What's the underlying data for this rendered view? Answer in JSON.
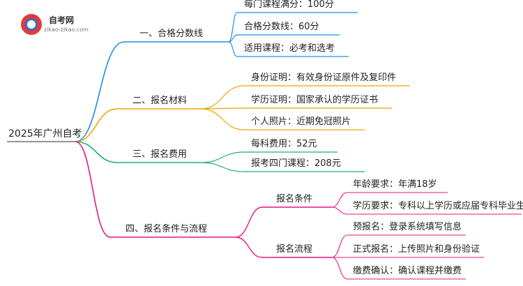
{
  "logo": {
    "name": "自考网",
    "url": "zikao-zikao.com"
  },
  "mindmap": {
    "root": "2025年广州自考",
    "branches": [
      {
        "label": "一、合格分数线",
        "color": "#1f8fe6",
        "children": [
          {
            "label": "每门课程满分：100分"
          },
          {
            "label": "合格分数线：60分"
          },
          {
            "label": "适用课程：必考和选考"
          }
        ]
      },
      {
        "label": "二、报名材料",
        "color": "#f0a400",
        "children": [
          {
            "label": "身份证明：有效身份证原件及复印件"
          },
          {
            "label": "学历证明：国家承认的学历证书"
          },
          {
            "label": "个人照片：近期免冠照片"
          }
        ]
      },
      {
        "label": "三、报名费用",
        "color": "#16b36a",
        "children": [
          {
            "label": "每科费用：52元"
          },
          {
            "label": "报考四门课程：208元"
          }
        ]
      },
      {
        "label": "四、报名条件与流程",
        "color": "#e5177e",
        "children": [
          {
            "label": "报名条件",
            "children": [
              {
                "label": "年龄要求：年满18岁"
              },
              {
                "label": "学历要求：专科以上学历或应届专科毕业生"
              }
            ]
          },
          {
            "label": "报名流程",
            "children": [
              {
                "label": "预报名：登录系统填写信息"
              },
              {
                "label": "正式报名：上传照片和身份验证"
              },
              {
                "label": "缴费确认：确认课程并缴费"
              }
            ]
          }
        ]
      }
    ]
  }
}
